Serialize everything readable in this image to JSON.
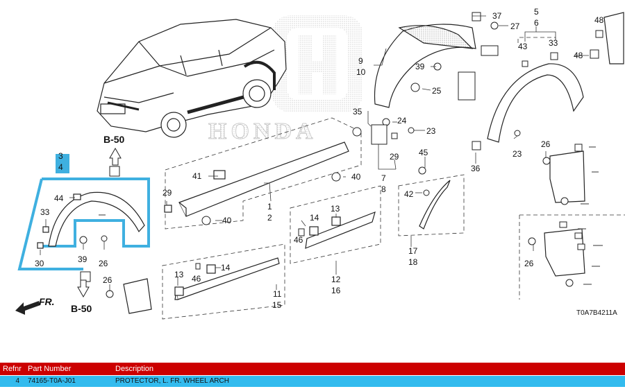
{
  "diagram": {
    "diagram_code": "T0A7B4211A",
    "front_label": "FR.",
    "watermark_text": "HONDA",
    "ref_labels": {
      "b50_top": "B-50",
      "b50_bottom": "B-50"
    },
    "callouts": [
      {
        "key": "c37",
        "text": "37"
      },
      {
        "key": "c27",
        "text": "27"
      },
      {
        "key": "c5",
        "text": "5"
      },
      {
        "key": "c6",
        "text": "6"
      },
      {
        "key": "c48a",
        "text": "48"
      },
      {
        "key": "c48b",
        "text": "48"
      },
      {
        "key": "c43",
        "text": "43"
      },
      {
        "key": "c33a",
        "text": "33"
      },
      {
        "key": "c9",
        "text": "9"
      },
      {
        "key": "c10",
        "text": "10"
      },
      {
        "key": "c39a",
        "text": "39"
      },
      {
        "key": "c25",
        "text": "25"
      },
      {
        "key": "c35",
        "text": "35"
      },
      {
        "key": "c24",
        "text": "24"
      },
      {
        "key": "c23a",
        "text": "23"
      },
      {
        "key": "c23b",
        "text": "23"
      },
      {
        "key": "c3",
        "text": "3"
      },
      {
        "key": "c4",
        "text": "4"
      },
      {
        "key": "c41",
        "text": "41"
      },
      {
        "key": "c7",
        "text": "7"
      },
      {
        "key": "c8",
        "text": "8"
      },
      {
        "key": "c29a",
        "text": "29"
      },
      {
        "key": "c40a",
        "text": "40"
      },
      {
        "key": "c45",
        "text": "45"
      },
      {
        "key": "c36",
        "text": "36"
      },
      {
        "key": "c26a",
        "text": "26"
      },
      {
        "key": "c44",
        "text": "44"
      },
      {
        "key": "c29b",
        "text": "29"
      },
      {
        "key": "c1",
        "text": "1"
      },
      {
        "key": "c2",
        "text": "2"
      },
      {
        "key": "c42",
        "text": "42"
      },
      {
        "key": "c33b",
        "text": "33"
      },
      {
        "key": "c40b",
        "text": "40"
      },
      {
        "key": "c13a",
        "text": "13"
      },
      {
        "key": "c14a",
        "text": "14"
      },
      {
        "key": "c46a",
        "text": "46"
      },
      {
        "key": "c17",
        "text": "17"
      },
      {
        "key": "c18",
        "text": "18"
      },
      {
        "key": "c30",
        "text": "30"
      },
      {
        "key": "c39b",
        "text": "39"
      },
      {
        "key": "c26b",
        "text": "26"
      },
      {
        "key": "c13b",
        "text": "13"
      },
      {
        "key": "c46b",
        "text": "46"
      },
      {
        "key": "c14b",
        "text": "14"
      },
      {
        "key": "c12",
        "text": "12"
      },
      {
        "key": "c16",
        "text": "16"
      },
      {
        "key": "c26c",
        "text": "26"
      },
      {
        "key": "c26d",
        "text": "26"
      },
      {
        "key": "c11",
        "text": "11"
      },
      {
        "key": "c15",
        "text": "15"
      }
    ]
  },
  "table": {
    "headers": {
      "ref": "Refnr",
      "part_number": "Part Number",
      "description": "Description"
    },
    "rows": [
      {
        "ref": "4",
        "part_number": "74165-T0A-J01",
        "description": "PROTECTOR, L. FR. WHEEL ARCH"
      }
    ]
  }
}
